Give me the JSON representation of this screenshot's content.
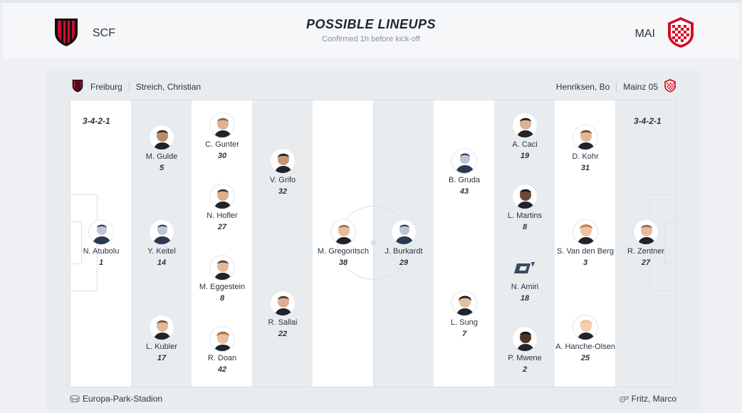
{
  "header": {
    "title": "POSSIBLE LINEUPS",
    "subtitle": "Confirmed 1h before kick-off",
    "home_abbr": "SCF",
    "away_abbr": "MAI"
  },
  "teams": {
    "home": {
      "name": "Freiburg",
      "coach": "Streich, Christian",
      "formation": "3-4-2-1"
    },
    "away": {
      "name": "Mainz 05",
      "coach": "Henriksen, Bo",
      "formation": "3-4-2-1"
    }
  },
  "home_players": [
    {
      "name": "N. Atubolu",
      "number": "1"
    },
    {
      "name": "M. Gulde",
      "number": "5"
    },
    {
      "name": "Y. Keitel",
      "number": "14"
    },
    {
      "name": "L. Kubler",
      "number": "17"
    },
    {
      "name": "C. Gunter",
      "number": "30"
    },
    {
      "name": "N. Hofler",
      "number": "27"
    },
    {
      "name": "M. Eggestein",
      "number": "8"
    },
    {
      "name": "R. Doan",
      "number": "42"
    },
    {
      "name": "V. Grifo",
      "number": "32"
    },
    {
      "name": "R. Sallai",
      "number": "22"
    },
    {
      "name": "M. Gregoritsch",
      "number": "38"
    }
  ],
  "away_players": [
    {
      "name": "J. Burkardt",
      "number": "29"
    },
    {
      "name": "B. Gruda",
      "number": "43"
    },
    {
      "name": "L. Sung",
      "number": "7"
    },
    {
      "name": "A. Caci",
      "number": "19"
    },
    {
      "name": "L. Martins",
      "number": "8"
    },
    {
      "name": "N. Amiri",
      "number": "18"
    },
    {
      "name": "P. Mwene",
      "number": "2"
    },
    {
      "name": "D. Kohr",
      "number": "31"
    },
    {
      "name": "S. Van den Berg",
      "number": "3"
    },
    {
      "name": "A. Hanche-Olsen",
      "number": "25"
    },
    {
      "name": "R. Zentner",
      "number": "27"
    }
  ],
  "footer": {
    "stadium": "Europa-Park-Stadion",
    "referee": "Fritz, Marco"
  },
  "colors": {
    "freiburg_red": "#c8102e",
    "freiburg_black": "#111111",
    "mainz_red": "#d20f26"
  }
}
